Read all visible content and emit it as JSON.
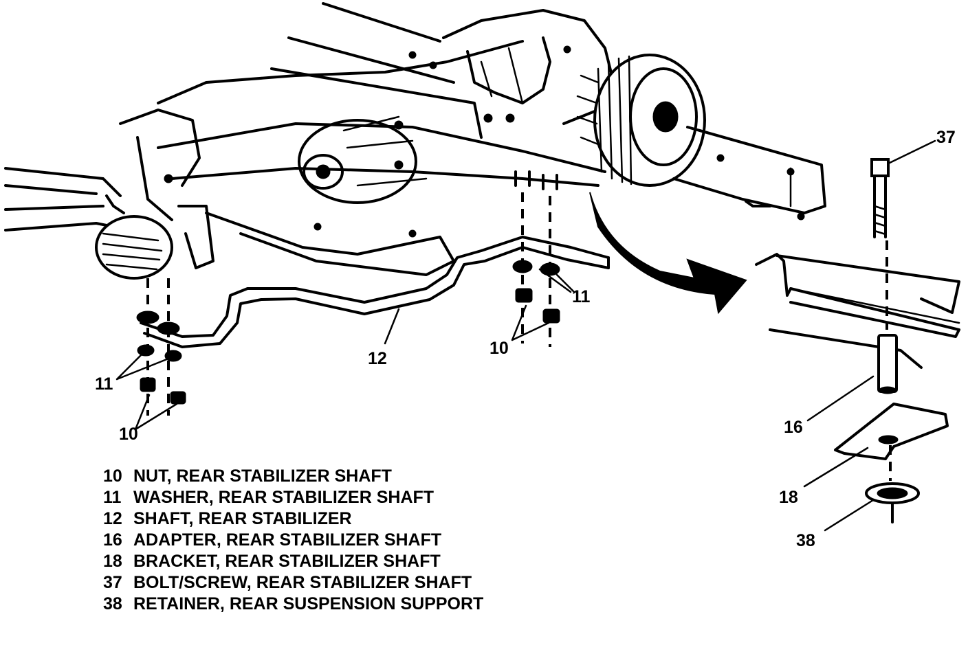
{
  "callouts": {
    "c37": "37",
    "c11_right": "11",
    "c10_right": "10",
    "c12": "12",
    "c11_left": "11",
    "c10_left": "10",
    "c16": "16",
    "c18": "18",
    "c38": "38"
  },
  "legend": [
    {
      "number": "10",
      "description": "NUT, REAR STABILIZER SHAFT"
    },
    {
      "number": "11",
      "description": "WASHER, REAR STABILIZER SHAFT"
    },
    {
      "number": "12",
      "description": "SHAFT, REAR STABILIZER"
    },
    {
      "number": "16",
      "description": "ADAPTER, REAR STABILIZER SHAFT"
    },
    {
      "number": "18",
      "description": "BRACKET, REAR STABILIZER SHAFT"
    },
    {
      "number": "37",
      "description": "BOLT/SCREW, REAR STABILIZER SHAFT"
    },
    {
      "number": "38",
      "description": "RETAINER, REAR SUSPENSION SUPPORT"
    }
  ]
}
